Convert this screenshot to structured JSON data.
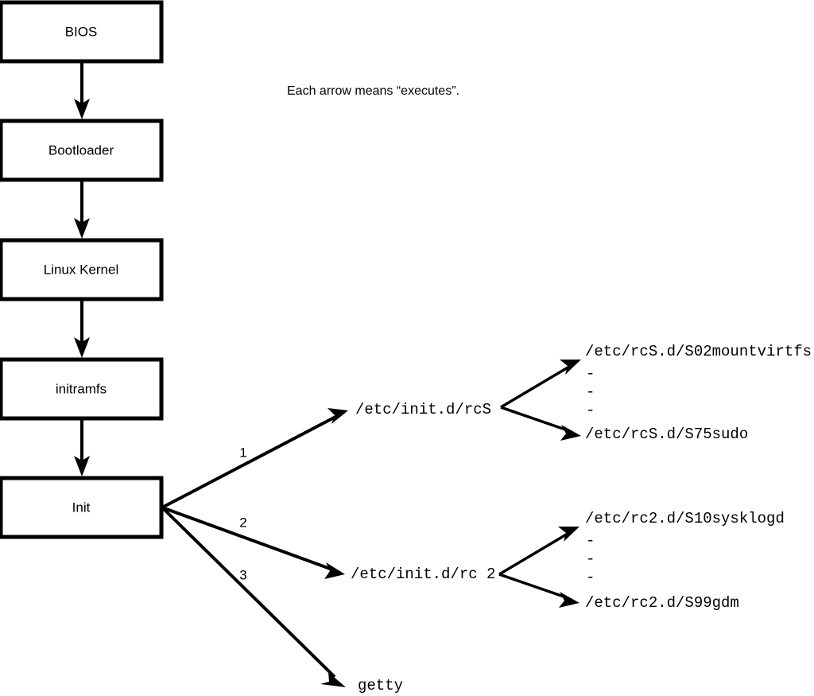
{
  "diagram": {
    "caption": "Each arrow means “executes”.",
    "boot_chain": [
      {
        "label": "BIOS"
      },
      {
        "label": "Bootloader"
      },
      {
        "label": "Linux Kernel"
      },
      {
        "label": "initramfs"
      },
      {
        "label": "Init"
      }
    ],
    "init_branches": [
      {
        "number": "1",
        "target": "/etc/init.d/rcS"
      },
      {
        "number": "2",
        "target": "/etc/init.d/rc 2"
      },
      {
        "number": "3",
        "target": "getty"
      }
    ],
    "rcs_scripts": {
      "first": "/etc/rcS.d/S02mountvirtfs",
      "ellipsis": [
        "-",
        "-",
        "-"
      ],
      "last": "/etc/rcS.d/S75sudo"
    },
    "rc2_scripts": {
      "first": "/etc/rc2.d/S10sysklogd",
      "ellipsis": [
        "-",
        "-",
        "-"
      ],
      "last": "/etc/rc2.d/S99gdm"
    },
    "colors": {
      "stroke": "#000000",
      "fill": "#ffffff",
      "text": "#000000"
    }
  }
}
